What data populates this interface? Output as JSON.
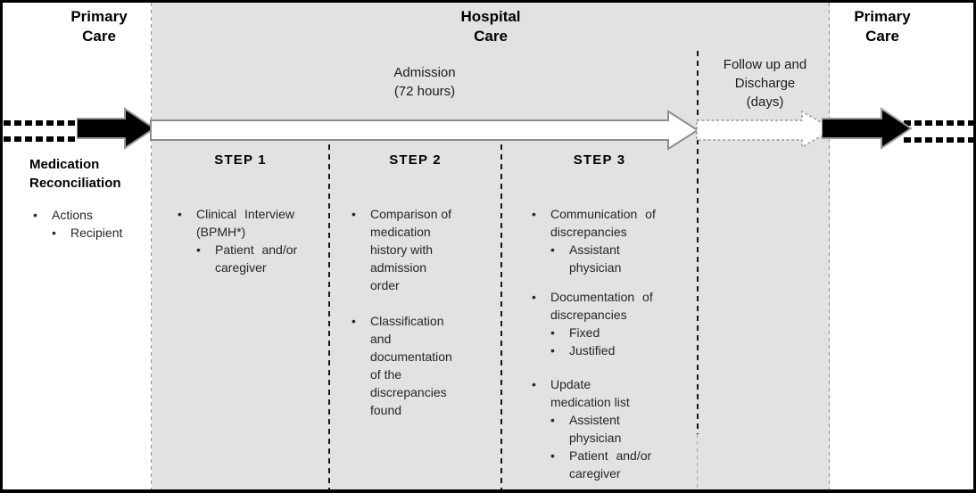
{
  "glyphs": {
    "bullet": "•"
  },
  "colors": {
    "panel_gray": "#e2e2e2",
    "arrow_outline": "#8c8c8c",
    "text": "#262626"
  },
  "left_panel": {
    "title": "Primary\nCare",
    "section_title": "Medication\nReconciliation",
    "items": [
      {
        "text": "Actions"
      },
      {
        "text": "Recipient"
      }
    ]
  },
  "hospital_panel": {
    "title": "Hospital\nCare",
    "admission_label": "Admission\n(72 hours)",
    "followup_label": "Follow up and\nDischarge\n(days)"
  },
  "right_panel": {
    "title": "Primary\nCare"
  },
  "steps": [
    {
      "label": "STEP 1",
      "items": [
        {
          "text": "Clinical Interview\n(BPMH*)"
        },
        {
          "text": "Patient and/or\ncaregiver"
        }
      ]
    },
    {
      "label": "STEP 2",
      "items": [
        {
          "text": "Comparison of\nmedication\nhistory with\nadmission\norder"
        },
        {
          "text": "Classification\nand\ndocumentation\nof the\ndiscrepancies\nfound"
        }
      ]
    },
    {
      "label": "STEP 3",
      "items": [
        {
          "text": "Communication of\ndiscrepancies"
        },
        {
          "text": "Assistant\nphysician"
        },
        {
          "text": "Documentation of\ndiscrepancies"
        },
        {
          "text": "Fixed"
        },
        {
          "text": "Justified"
        },
        {
          "text": "Update\nmedication list"
        },
        {
          "text": "Assistent\nphysician"
        },
        {
          "text": "Patient and/or\ncaregiver"
        }
      ]
    }
  ]
}
